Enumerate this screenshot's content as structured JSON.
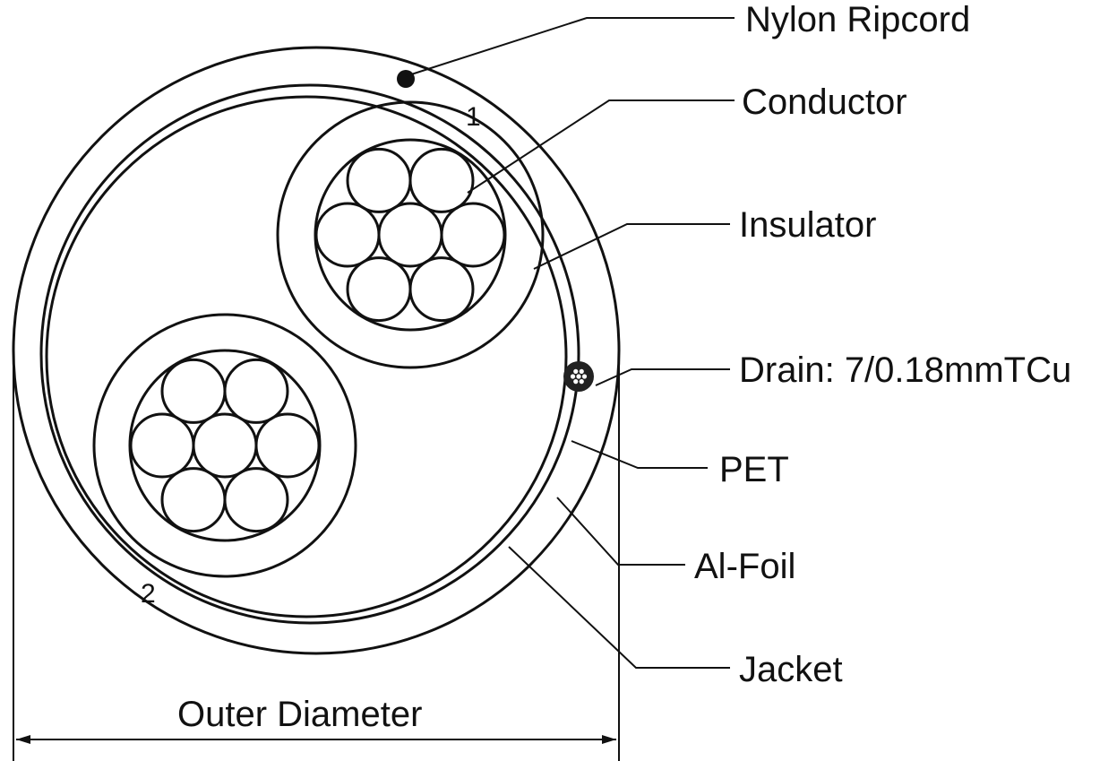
{
  "diagram": {
    "title": "Two-core shielded cable cross-section",
    "labels": {
      "nylon_ripcord": "Nylon Ripcord",
      "conductor": "Conductor",
      "insulator": "Insulator",
      "drain": "Drain: 7/0.18mmTCu",
      "pet": "PET",
      "al_foil": "Al-Foil",
      "jacket": "Jacket",
      "outer_diameter": "Outer Diameter"
    },
    "core_numbers": [
      "1",
      "2"
    ],
    "strands_per_conductor": 7,
    "colors": {
      "line": "#111111",
      "background": "#ffffff"
    }
  }
}
